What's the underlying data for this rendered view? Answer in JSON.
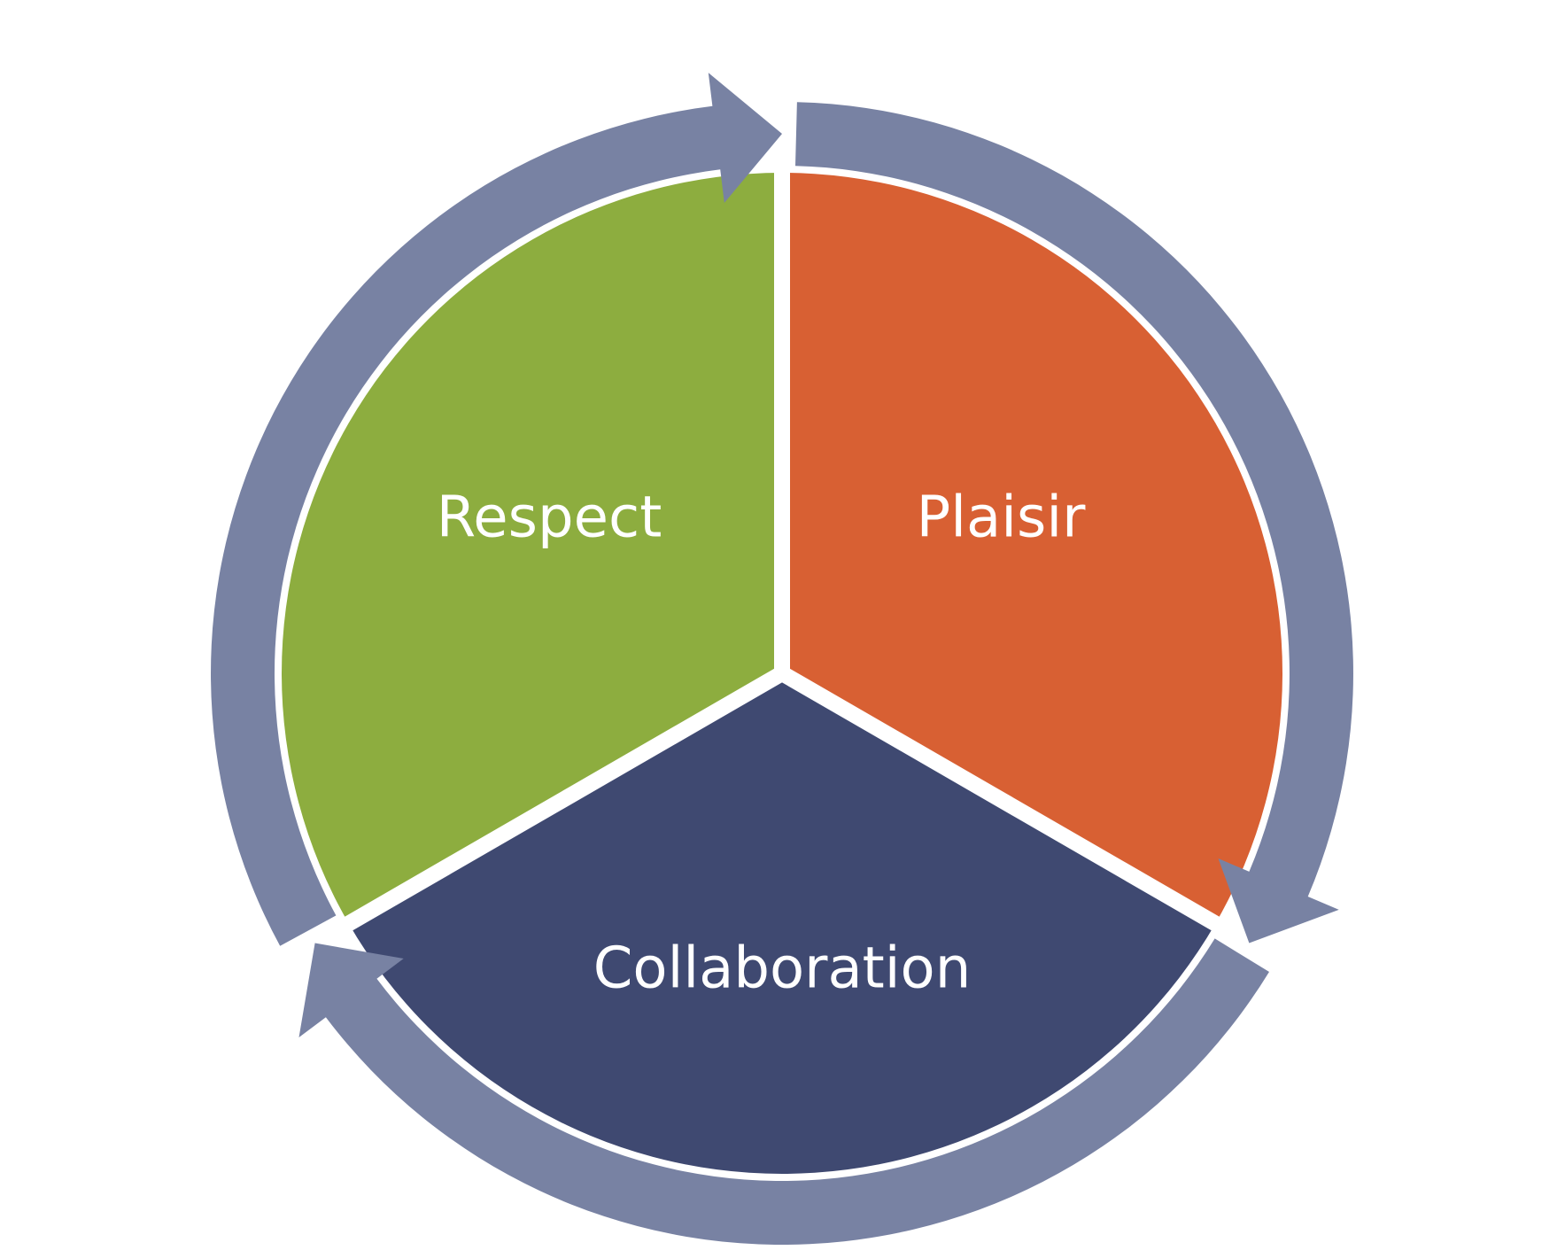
{
  "diagram": {
    "type": "cycle",
    "segments": [
      {
        "label": "Plaisir",
        "color": "#D86033"
      },
      {
        "label": "Collaboration",
        "color": "#3F4971"
      },
      {
        "label": "Respect",
        "color": "#8DAD3F"
      }
    ],
    "ring_color": "#7882A3",
    "separator_color": "#ffffff"
  }
}
